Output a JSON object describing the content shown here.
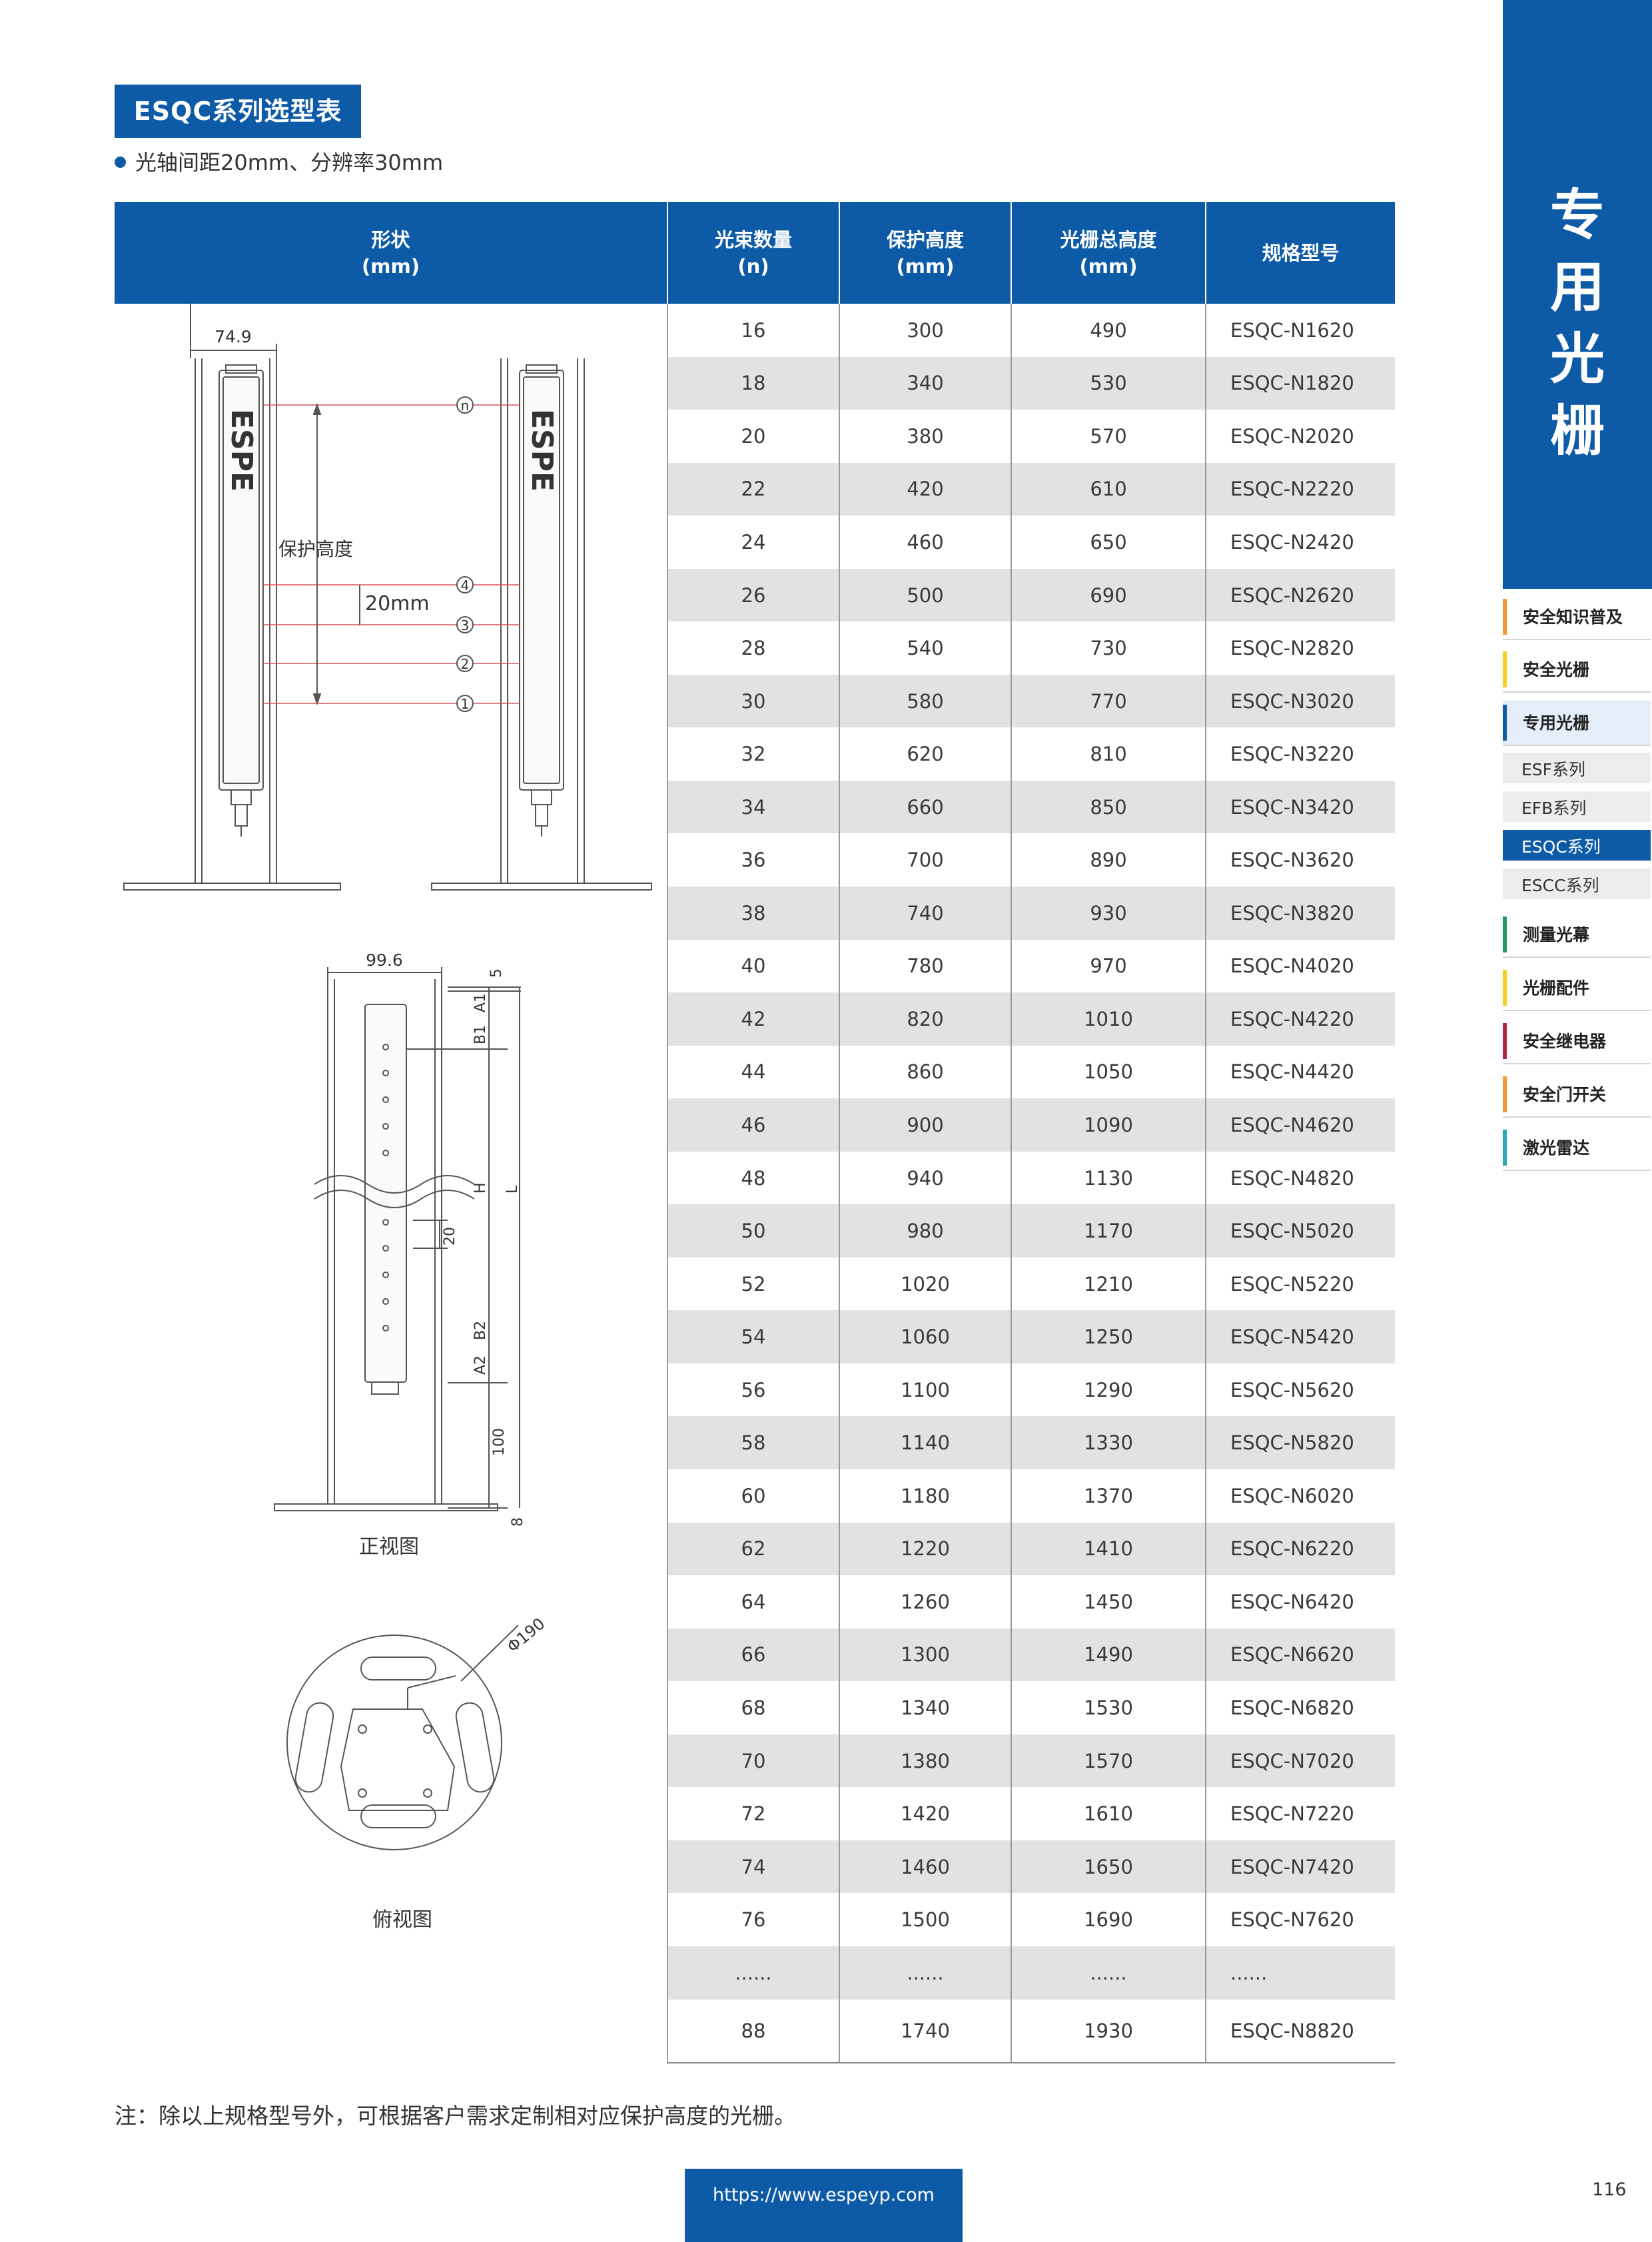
{
  "header": {
    "title": "ESQC系列选型表",
    "subtitle": "光轴间距20mm、分辨率30mm"
  },
  "table": {
    "columns": [
      {
        "line1": "形状",
        "line2": "(mm)"
      },
      {
        "line1": "光束数量",
        "line2": "(n)"
      },
      {
        "line1": "保护高度",
        "line2": "(mm)"
      },
      {
        "line1": "光栅总高度",
        "line2": "(mm)"
      },
      {
        "line1": "规格型号",
        "line2": ""
      }
    ],
    "rows": [
      [
        "16",
        "300",
        "490",
        "ESQC-N1620"
      ],
      [
        "18",
        "340",
        "530",
        "ESQC-N1820"
      ],
      [
        "20",
        "380",
        "570",
        "ESQC-N2020"
      ],
      [
        "22",
        "420",
        "610",
        "ESQC-N2220"
      ],
      [
        "24",
        "460",
        "650",
        "ESQC-N2420"
      ],
      [
        "26",
        "500",
        "690",
        "ESQC-N2620"
      ],
      [
        "28",
        "540",
        "730",
        "ESQC-N2820"
      ],
      [
        "30",
        "580",
        "770",
        "ESQC-N3020"
      ],
      [
        "32",
        "620",
        "810",
        "ESQC-N3220"
      ],
      [
        "34",
        "660",
        "850",
        "ESQC-N3420"
      ],
      [
        "36",
        "700",
        "890",
        "ESQC-N3620"
      ],
      [
        "38",
        "740",
        "930",
        "ESQC-N3820"
      ],
      [
        "40",
        "780",
        "970",
        "ESQC-N4020"
      ],
      [
        "42",
        "820",
        "1010",
        "ESQC-N4220"
      ],
      [
        "44",
        "860",
        "1050",
        "ESQC-N4420"
      ],
      [
        "46",
        "900",
        "1090",
        "ESQC-N4620"
      ],
      [
        "48",
        "940",
        "1130",
        "ESQC-N4820"
      ],
      [
        "50",
        "980",
        "1170",
        "ESQC-N5020"
      ],
      [
        "52",
        "1020",
        "1210",
        "ESQC-N5220"
      ],
      [
        "54",
        "1060",
        "1250",
        "ESQC-N5420"
      ],
      [
        "56",
        "1100",
        "1290",
        "ESQC-N5620"
      ],
      [
        "58",
        "1140",
        "1330",
        "ESQC-N5820"
      ],
      [
        "60",
        "1180",
        "1370",
        "ESQC-N6020"
      ],
      [
        "62",
        "1220",
        "1410",
        "ESQC-N6220"
      ],
      [
        "64",
        "1260",
        "1450",
        "ESQC-N6420"
      ],
      [
        "66",
        "1300",
        "1490",
        "ESQC-N6620"
      ],
      [
        "68",
        "1340",
        "1530",
        "ESQC-N6820"
      ],
      [
        "70",
        "1380",
        "1570",
        "ESQC-N7020"
      ],
      [
        "72",
        "1420",
        "1610",
        "ESQC-N7220"
      ],
      [
        "74",
        "1460",
        "1650",
        "ESQC-N7420"
      ],
      [
        "76",
        "1500",
        "1690",
        "ESQC-N7620"
      ],
      [
        "......",
        "......",
        "......",
        "......"
      ],
      [
        "88",
        "1740",
        "1930",
        "ESQC-N8820"
      ]
    ]
  },
  "diagram": {
    "width_label": "74.9",
    "brand": "ESPE",
    "protect_label": "保护高度",
    "pitch_label": "20mm",
    "beam_marks": [
      "n",
      "4",
      "3",
      "2",
      "1"
    ],
    "front_width": "99.6",
    "dims": {
      "d5": "5",
      "a1": "A1",
      "b1": "B1",
      "h": "H",
      "l": "L",
      "d20": "20",
      "b2": "B2",
      "a2": "A2",
      "d100": "100",
      "d8": "8"
    },
    "front_caption": "正视图",
    "base_dim": "Φ190",
    "top_caption": "俯视图"
  },
  "note": "注：除以上规格型号外，可根据客户需求定制相对应保护高度的光栅。",
  "footer": {
    "url": "https://www.espeyp.com",
    "page": "116"
  },
  "sidebar": {
    "tab": [
      "专",
      "用",
      "光",
      "栅"
    ],
    "items": [
      {
        "label": "安全知识普及",
        "color": "#f39a3d"
      },
      {
        "label": "安全光栅",
        "color": "#f4d21f"
      },
      {
        "label": "专用光栅",
        "color": "#0d5aa7"
      },
      {
        "label": "测量光幕",
        "color": "#1f9a64"
      },
      {
        "label": "光栅配件",
        "color": "#f4d21f"
      },
      {
        "label": "安全继电器",
        "color": "#b0283a"
      },
      {
        "label": "安全门开关",
        "color": "#f39a3d"
      },
      {
        "label": "激光雷达",
        "color": "#2aa9b4"
      }
    ],
    "sub_items": [
      "ESF系列",
      "EFB系列",
      "ESQC系列",
      "ESCC系列"
    ]
  }
}
